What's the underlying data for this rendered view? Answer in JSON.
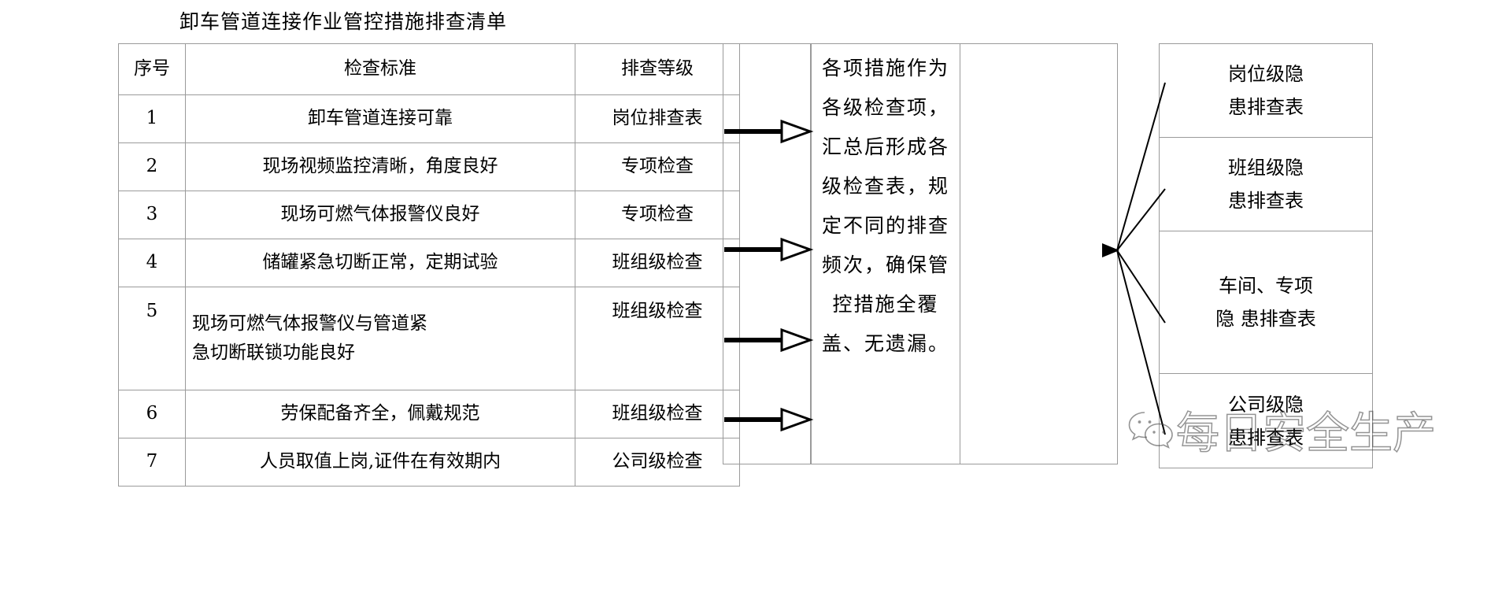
{
  "title": "卸车管道连接作业管控措施排查清单",
  "checklist": {
    "headers": [
      "序号",
      "检查标准",
      "排查等级"
    ],
    "rows": [
      {
        "no": "1",
        "standard": "卸车管道连接可靠",
        "level": "岗位排查表"
      },
      {
        "no": "2",
        "standard": "现场视频监控清晰，角度良好",
        "level": "专项检查"
      },
      {
        "no": "3",
        "standard": "现场可燃气体报警仪良好",
        "level": "专项检查"
      },
      {
        "no": "4",
        "standard": "储罐紧急切断正常，定期试验",
        "level": "班组级检查"
      },
      {
        "no": "5",
        "standard_line1": "现场可燃气体报警仪与管道紧",
        "standard_line2": "急切断联锁功能良好",
        "level": "班组级检查"
      },
      {
        "no": "6",
        "standard": "劳保配备齐全，佩戴规范",
        "level": "班组级检查"
      },
      {
        "no": "7",
        "standard": "人员取值上岗,证件在有效期内",
        "level": "公司级检查"
      }
    ]
  },
  "middle": {
    "text": "各项措施作为各级检查项，汇总后形成各级检查表，规定不同的排查频次，确保管控措施全覆盖、无遗漏。"
  },
  "outputs": [
    {
      "line1": "岗位级隐",
      "line2": "患排查表"
    },
    {
      "line1": "班组级隐",
      "line2": "患排查表"
    },
    {
      "line1": "车间、专项",
      "line2": "隐  患排查表"
    },
    {
      "line1": "公司级隐",
      "line2": "患排查表"
    }
  ],
  "arrows": {
    "count": 4,
    "style": "open-triangle-head",
    "color": "#000000",
    "direction": "right"
  },
  "fan": {
    "count": 4,
    "color": "#000000",
    "description": "converging-lines-to-outputs"
  },
  "watermark": {
    "text": "每日安全生产",
    "icon": "wechat-icon",
    "color": "#3c3c3c"
  },
  "colors": {
    "grid": "#9a9a9a",
    "ink": "#000000",
    "background": "#ffffff"
  }
}
